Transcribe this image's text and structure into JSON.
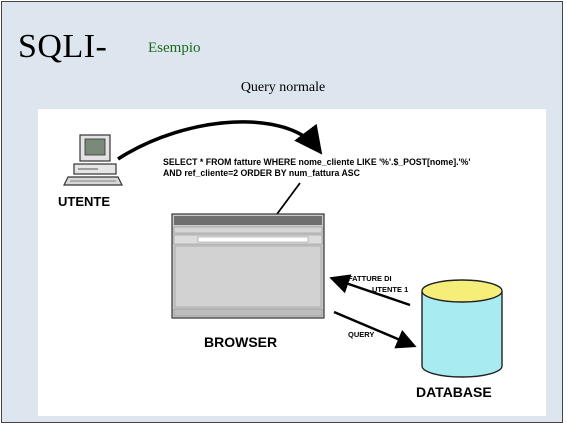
{
  "slide": {
    "title": "SQLI-",
    "subtitle": "Esempio",
    "caption": "Query normale"
  },
  "diagram": {
    "query_line1": "SELECT * FROM fatture WHERE nome_cliente LIKE '%'.$_POST[nome].'%'",
    "query_line2": "AND ref_cliente=2 ORDER BY num_fattura ASC",
    "user_label": "UTENTE",
    "browser_label": "BROWSER",
    "database_label": "DATABASE",
    "arrow_result_line1": "FATTURE DI",
    "arrow_result_line2": "UTENTE 1",
    "arrow_query_label": "QUERY"
  },
  "colors": {
    "background": "#dde6ee",
    "subtitle": "#1d6b1d",
    "db_cylinder": "#a8ecf2",
    "db_top": "#f5ef7a"
  }
}
